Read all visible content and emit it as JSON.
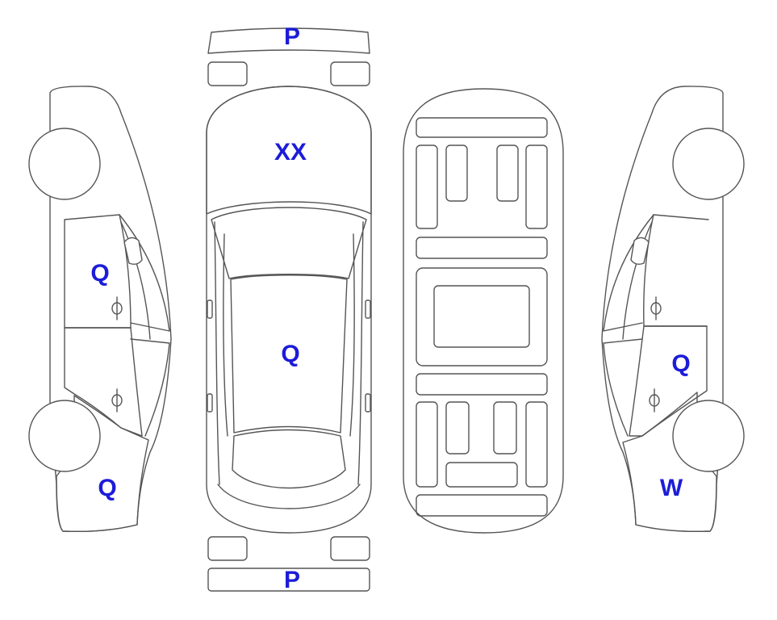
{
  "colors": {
    "damage": "#FAA72D",
    "paint": "#DFF5FC",
    "outline": "#555555",
    "label": "#1C1CD9"
  },
  "labels": {
    "front_bumper": "P",
    "hood": "XX",
    "roof": "Q",
    "rear_bumper": "P",
    "left_front_door": "Q",
    "left_rear_quarter": "Q",
    "right_rear_door": "Q",
    "right_rear_quarter": "W"
  }
}
